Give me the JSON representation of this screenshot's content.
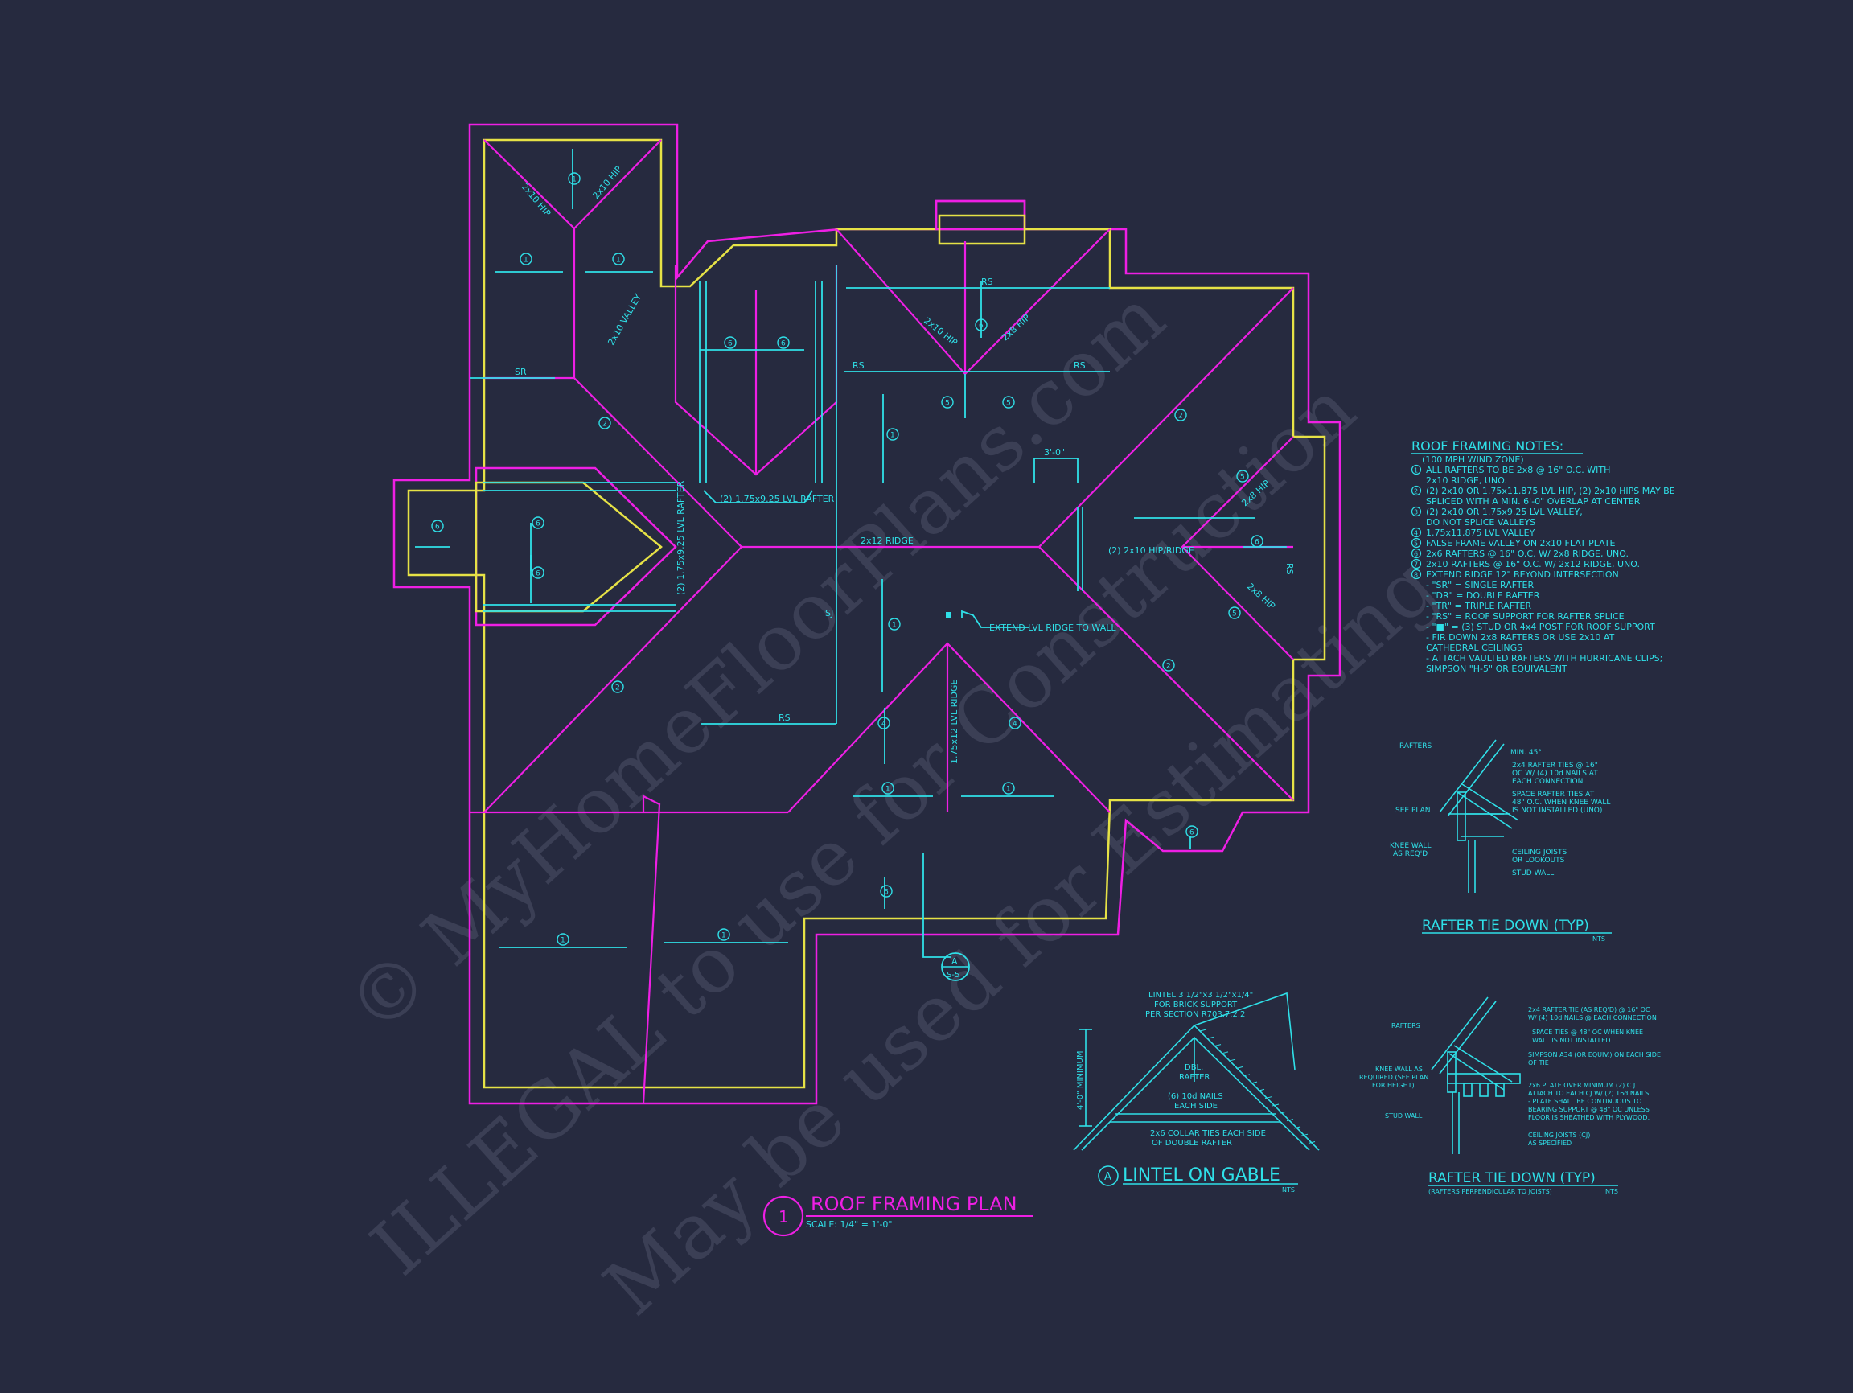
{
  "colors": {
    "background": "#262a3f",
    "magenta": "#ee1fe4",
    "yellow": "#e6e246",
    "cyan": "#2fe0e8",
    "watermark": "#3b3f55"
  },
  "watermark": {
    "line1": "© MyHomeFloorPlans.com",
    "line2": "ILLEGAL to use for Construction",
    "line3": "May be used for Estimating"
  },
  "plan": {
    "number": "1",
    "title": "ROOF FRAMING PLAN",
    "scale": "SCALE: 1/4\" = 1'-0\"",
    "labels": {
      "hip_2x10_a": "2x10 HIP",
      "hip_2x10_b": "2x10 HIP",
      "valley_2x10": "2x10 VALLEY",
      "sr": "SR",
      "rs_top": "RS",
      "rs_mid_left": "RS",
      "rs_mid_right": "RS",
      "rs_lower": "RS",
      "rs_right": "RS",
      "hip_2x10_c": "2x10 HIP",
      "hip_2x8_a": "2x8 HIP",
      "hip_2x8_b": "2x8 HIP",
      "hip_2x8_c": "2x8 HIP",
      "lvl_rafter": "(2) 1.75x9.25 LVL RAFTER",
      "lvl_rafter_vert": "(2) 1.75x9.25 LVL RAFTER",
      "dim_3ft": "3'-0\"",
      "ridge_2x12": "2x12 RIDGE",
      "hip_ridge": "(2) 2x10 HIP/RIDGE",
      "sj": "SJ",
      "extend_lvl": "EXTEND LVL RIDGE TO WALL",
      "lvl_ridge_vert": "1.75x12 LVL RIDGE",
      "section_a": "A",
      "section_sheet": "S-5"
    },
    "tags": [
      "1",
      "1",
      "1",
      "2",
      "6",
      "6",
      "6",
      "6",
      "6",
      "1",
      "5",
      "5",
      "6",
      "2",
      "5",
      "5",
      "6",
      "1",
      "2",
      "2",
      "4",
      "4",
      "1",
      "1",
      "6",
      "1",
      "1",
      "6"
    ]
  },
  "notes": {
    "title": "ROOF FRAMING NOTES:",
    "lines": [
      "(100 MPH WIND ZONE)",
      "ALL RAFTERS TO BE 2x8 @ 16\" O.C. WITH",
      "2x10 RIDGE, UNO.",
      "(2) 2x10 OR 1.75x11.875 LVL HIP, (2) 2x10 HIPS MAY BE",
      "SPLICED WITH A MIN. 6'-0\" OVERLAP AT CENTER",
      "(2) 2x10 OR 1.75x9.25 LVL VALLEY,",
      "DO NOT SPLICE VALLEYS",
      "1.75x11.875 LVL VALLEY",
      "FALSE FRAME VALLEY ON 2x10 FLAT PLATE",
      "2x6 RAFTERS @ 16\" O.C. W/ 2x8 RIDGE, UNO.",
      "2x10 RAFTERS @ 16\" O.C. W/ 2x12 RIDGE, UNO.",
      "EXTEND RIDGE 12\" BEYOND INTERSECTION",
      "- \"SR\" = SINGLE RAFTER",
      "- \"DR\" = DOUBLE RAFTER",
      "- \"TR\" = TRIPLE RAFTER",
      "- \"RS\" = ROOF SUPPORT FOR RAFTER SPLICE",
      "- \"■\" = (3) STUD OR 4x4 POST FOR ROOF SUPPORT",
      "- FIR DOWN 2x8 RAFTERS OR USE 2x10 AT",
      "CATHEDRAL CEILINGS",
      "- ATTACH VAULTED RAFTERS WITH HURRICANE CLIPS;",
      "SIMPSON \"H-5\" OR EQUIVALENT"
    ],
    "markers": [
      "1",
      "2",
      "3",
      "4",
      "5",
      "6",
      "7",
      "8"
    ]
  },
  "detail_tie1": {
    "title": "RAFTER TIE DOWN (TYP)",
    "nts": "NTS",
    "labels": {
      "rafters": "RAFTERS",
      "min45": "MIN. 45°",
      "ties_1": "2x4 RAFTER TIES @ 16\"",
      "ties_2": "OC W/ (4) 10d NAILS AT",
      "ties_3": "EACH CONNECTION",
      "space_1": "SPACE RAFTER TIES AT",
      "space_2": "48\" O.C. WHEN KNEE WALL",
      "space_3": "IS NOT INSTALLED (UNO)",
      "see_plan": "SEE PLAN",
      "knee_1": "KNEE WALL",
      "knee_2": "AS REQ'D",
      "cj_1": "CEILING JOISTS",
      "cj_2": "OR LOOKOUTS",
      "stud": "STUD WALL"
    }
  },
  "detail_lintel": {
    "marker": "A",
    "title": "LINTEL ON GABLE",
    "nts": "NTS",
    "labels": {
      "lintel_1": "LINTEL 3 1/2\"x3 1/2\"x1/4\"",
      "lintel_2": "FOR BRICK SUPPORT",
      "lintel_3": "PER SECTION R703.7.2.2",
      "min4": "4'-0\" MINIMUM",
      "dbl_1": "DBL.",
      "dbl_2": "RAFTER",
      "nails_1": "(6) 10d NAILS",
      "nails_2": "EACH SIDE",
      "collar_1": "2x6 COLLAR TIES EACH SIDE",
      "collar_2": "OF DOUBLE RAFTER"
    }
  },
  "detail_tie2": {
    "title": "RAFTER TIE DOWN (TYP)",
    "subtitle": "(RAFTERS PERPENDICULAR TO JOISTS)",
    "nts": "NTS",
    "labels": {
      "rafters": "RAFTERS",
      "tie_1": "2x4 RAFTER TIE (AS REQ'D) @ 16\" OC",
      "tie_2": "W/ (4) 10d NAILS @ EACH CONNECTION",
      "space_1": "SPACE TIES @ 48\" OC WHEN KNEE",
      "space_2": "WALL IS NOT INSTALLED.",
      "simpson_1": "SIMPSON A34 (OR EQUIV.) ON EACH SIDE",
      "simpson_2": "OF TIE",
      "knee_1": "KNEE WALL AS",
      "knee_2": "REQUIRED (SEE PLAN",
      "knee_3": "FOR HEIGHT)",
      "plate_1": "2x6 PLATE OVER MINIMUM (2) C.J.",
      "plate_2": "ATTACH TO EACH CJ W/ (2) 16d NAILS",
      "plate_3": "- PLATE SHALL BE CONTINUOUS TO",
      "plate_4": "BEARING SUPPORT @ 48\" OC UNLESS",
      "plate_5": "FLOOR IS SHEATHED WITH PLYWOOD.",
      "stud": "STUD WALL",
      "cj_1": "CEILING JOISTS (CJ)",
      "cj_2": "AS SPECIFIED"
    }
  }
}
